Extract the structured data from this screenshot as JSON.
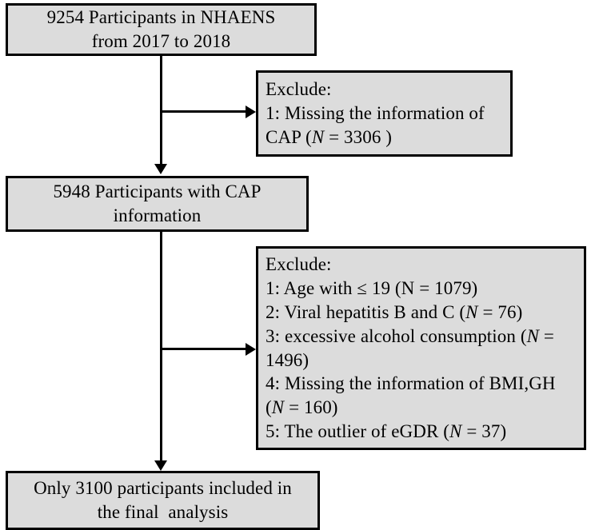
{
  "diagram": {
    "title": "Participant selection flowchart",
    "fill_color": "#dcdcdc",
    "border_color": "#000000",
    "background_color": "#ffffff"
  },
  "nodes": {
    "source_population": {
      "line1": "9254 Participants in NHAENS",
      "line2": "from 2017 to 2018"
    },
    "exclusion_1": {
      "header": "Exclude:",
      "line1": "1: Missing the information of",
      "line2_pre": "CAP (",
      "line2_var": "N",
      "line2_post": " = 3306 )"
    },
    "cap_population": {
      "line1": "5948 Participants with CAP",
      "line2": "information"
    },
    "exclusion_2": {
      "header": "Exclude:",
      "item1_pre": "1: Age with ≤ 19 (N = 1079)",
      "item2_pre": "2: Viral hepatitis B and C (",
      "item2_var": "N",
      "item2_post": " = 76)",
      "item3_pre": "3: excessive alcohol consumption (",
      "item3_var": "N",
      "item3_post": " =",
      "item3_wrap": "1496)",
      "item4_pre": "4: Missing the information of BMI,GH",
      "item4_wrap_open": "(",
      "item4_var": "N",
      "item4_wrap_close": " = 160)",
      "item5_pre": "5: The outlier of eGDR (",
      "item5_var": "N",
      "item5_post": " = 37)"
    },
    "final_population": {
      "line1": "Only 3100 participants included in",
      "line2": "the final  analysis"
    }
  }
}
